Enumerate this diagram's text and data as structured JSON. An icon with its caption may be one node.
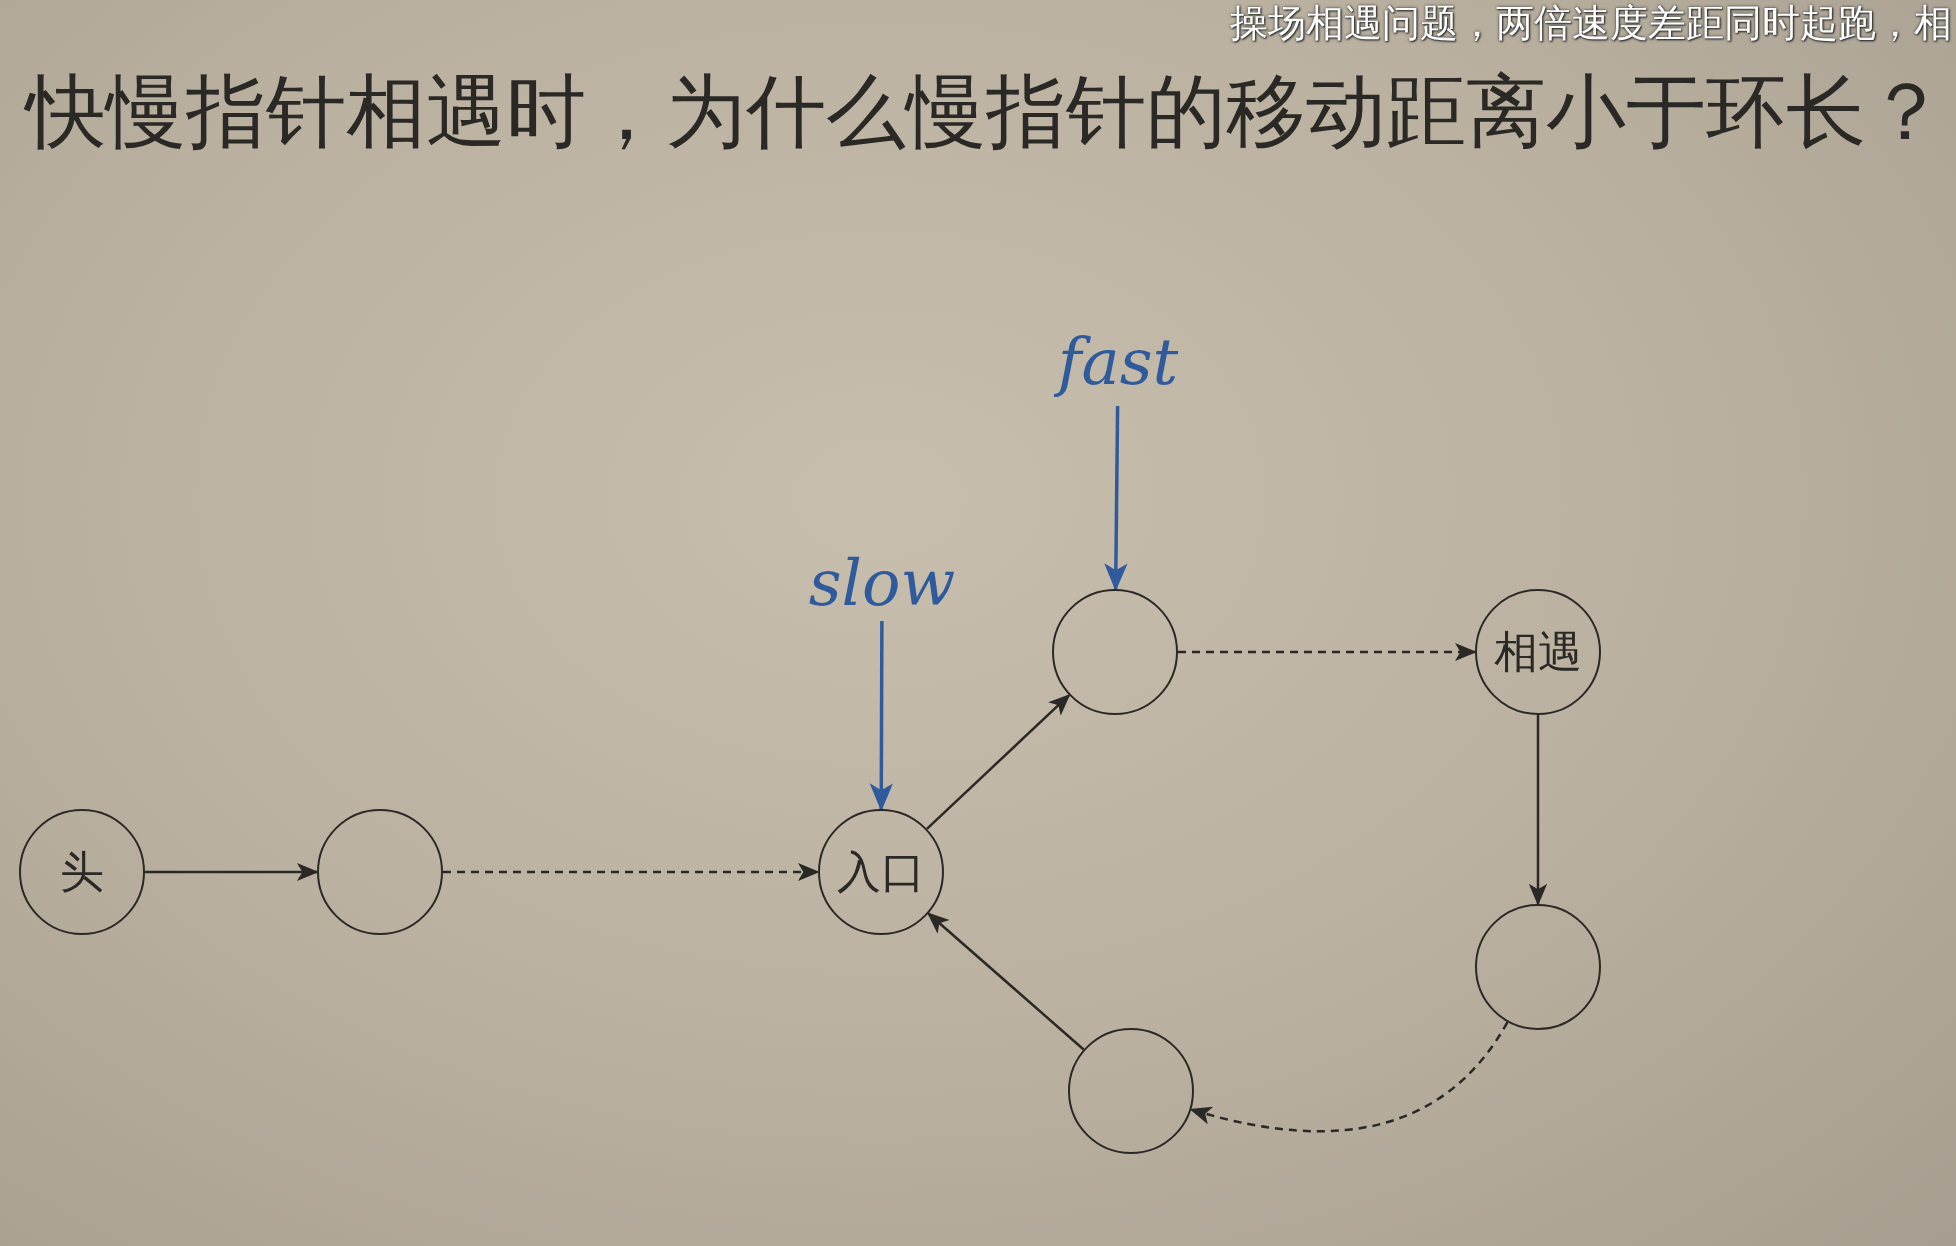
{
  "diagram": {
    "title": "快慢指针相遇时，为什么慢指针的移动距离小于环长？",
    "nodes": [
      {
        "text": [
          "头"
        ]
      },
      {
        "text": [],
        "shape": "circle"
      },
      {
        "text": [
          "入口"
        ]
      },
      {
        "text": [],
        "shape": "circle"
      },
      {
        "text": [
          "相遇"
        ]
      },
      {
        "text": [],
        "shape": "circle"
      },
      {
        "text": [],
        "shape": "circle"
      },
      {
        "text": [
          "slow"
        ]
      },
      {
        "text": [
          "fast"
        ]
      }
    ],
    "edges": [
      {
        "from": 0,
        "to": 1,
        "arrow": "to"
      },
      {
        "from": 1,
        "to": 2,
        "arrow": "to",
        "style": "dashed"
      },
      {
        "from": 2,
        "to": 3,
        "arrow": "to"
      },
      {
        "from": 3,
        "to": 4,
        "arrow": "to",
        "style": "dashed"
      },
      {
        "from": 4,
        "to": 5,
        "arrow": "to"
      },
      {
        "from": 5,
        "to": 6,
        "arrow": "to",
        "style": "dashed"
      },
      {
        "from": 6,
        "to": 2,
        "arrow": "to"
      },
      {
        "from": 7,
        "to": 2,
        "arrow": "to",
        "color": "#2f5b9c"
      },
      {
        "from": 8,
        "to": 3,
        "arrow": "to",
        "color": "#2f5b9c"
      }
    ],
    "labels": [
      "操场相遇问题，两倍速度差距同时起跑，相"
    ]
  }
}
